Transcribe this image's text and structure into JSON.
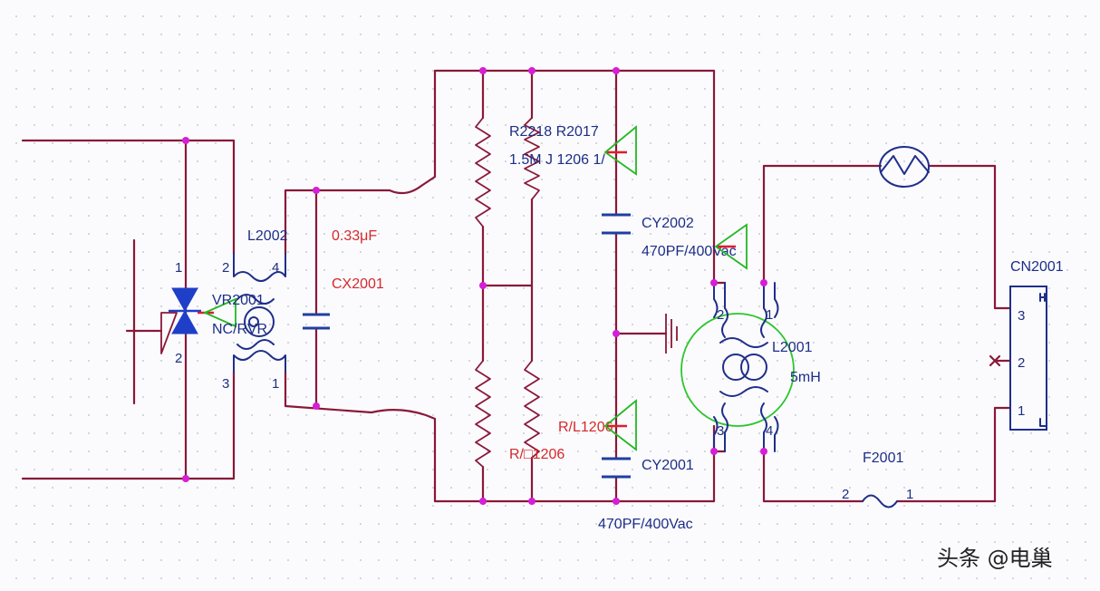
{
  "labels": {
    "l2002": "L2002",
    "cap_value": "0.33μF",
    "cx2001": "CX2001",
    "vr_ref": "VR2001",
    "vr_type": "NC/RVR",
    "r_refs": "R2218 R2017",
    "r_value": "1.5M J 1206 1/",
    "cy2002": "CY2002",
    "cy2002_value": "470PF/400Vac",
    "rl_top": "R/L1206",
    "rl_bottom": "R/□1206",
    "cy2001": "CY2001",
    "cy2001_value": "470PF/400Vac",
    "l2001": "L2001",
    "l2001_value": "5mH",
    "f2001": "F2001",
    "cn2001": "CN2001"
  },
  "pins": {
    "vr_1": "1",
    "vr_2": "2",
    "l2002_2": "2",
    "l2002_4": "4",
    "l2002_3": "3",
    "l2002_1": "1",
    "l2001_2": "2",
    "l2001_1": "1",
    "l2001_3": "3",
    "l2001_4": "4",
    "f2001_2": "2",
    "f2001_1": "1",
    "cn_3": "3",
    "cn_2": "2",
    "cn_1": "1"
  },
  "watermark": "头条 @电巢",
  "colors": {
    "wire": "#8a1838",
    "component": "#1f2f8a",
    "junction": "#d61ed6",
    "ground_marker": "#22b822",
    "label": "#1d2e86",
    "value_label": "#d6282a"
  }
}
